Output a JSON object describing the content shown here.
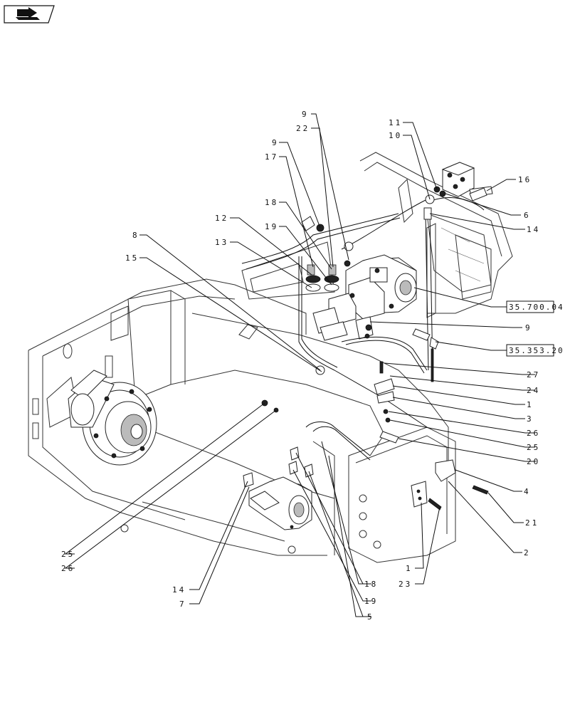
{
  "nav_icon": {
    "name": "book-arrow-icon"
  },
  "callouts": [
    {
      "id": "c9a",
      "text": "9"
    },
    {
      "id": "c22",
      "text": "22"
    },
    {
      "id": "c11",
      "text": "11"
    },
    {
      "id": "c10",
      "text": "10"
    },
    {
      "id": "c9b",
      "text": "9"
    },
    {
      "id": "c17",
      "text": "17"
    },
    {
      "id": "c16",
      "text": "16"
    },
    {
      "id": "c18a",
      "text": "18"
    },
    {
      "id": "c6",
      "text": "6"
    },
    {
      "id": "c12",
      "text": "12"
    },
    {
      "id": "c19a",
      "text": "19"
    },
    {
      "id": "c14a",
      "text": "14"
    },
    {
      "id": "c13",
      "text": "13"
    },
    {
      "id": "c8",
      "text": "8"
    },
    {
      "id": "c15",
      "text": "15"
    },
    {
      "id": "c9c",
      "text": "9"
    },
    {
      "id": "c27",
      "text": "27"
    },
    {
      "id": "c24",
      "text": "24"
    },
    {
      "id": "c1a",
      "text": "1"
    },
    {
      "id": "c3",
      "text": "3"
    },
    {
      "id": "c26a",
      "text": "26"
    },
    {
      "id": "c25a",
      "text": "25"
    },
    {
      "id": "c20",
      "text": "20"
    },
    {
      "id": "c4",
      "text": "4"
    },
    {
      "id": "c21",
      "text": "21"
    },
    {
      "id": "c2",
      "text": "2"
    },
    {
      "id": "c25b",
      "text": "25"
    },
    {
      "id": "c26b",
      "text": "26"
    },
    {
      "id": "c1b",
      "text": "1"
    },
    {
      "id": "c23",
      "text": "23"
    },
    {
      "id": "c14b",
      "text": "14"
    },
    {
      "id": "c18b",
      "text": "18"
    },
    {
      "id": "c7",
      "text": "7"
    },
    {
      "id": "c19b",
      "text": "19"
    },
    {
      "id": "c5",
      "text": "5"
    }
  ],
  "references": [
    {
      "id": "r1",
      "text": "35.700.04"
    },
    {
      "id": "r2",
      "text": "35.353.20"
    }
  ]
}
